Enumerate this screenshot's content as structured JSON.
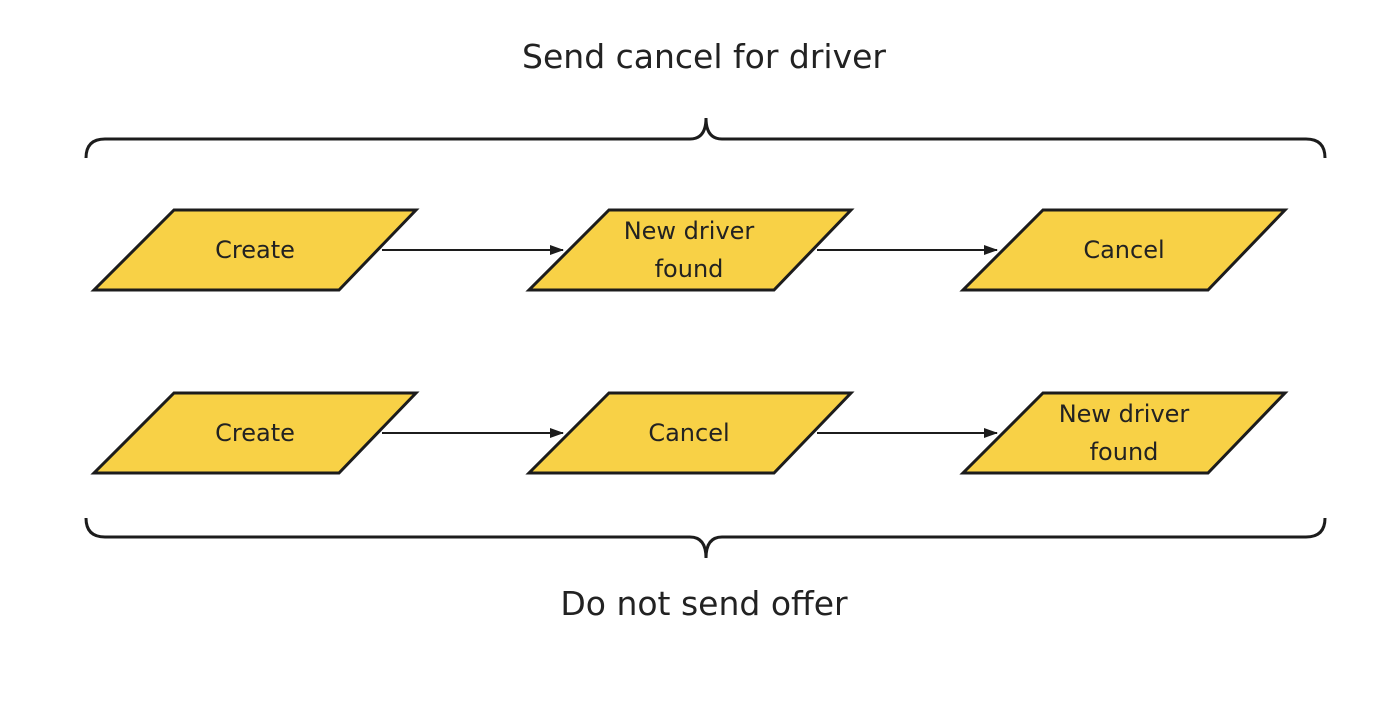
{
  "top_caption": "Send cancel for driver",
  "bottom_caption": "Do not send offer",
  "colors": {
    "node_fill": "#f8d146",
    "stroke": "#1c1c1c",
    "text": "#222222"
  },
  "rows": [
    {
      "nodes": [
        {
          "label": "Create"
        },
        {
          "label": "New driver\nfound"
        },
        {
          "label": "Cancel"
        }
      ]
    },
    {
      "nodes": [
        {
          "label": "Create"
        },
        {
          "label": "Cancel"
        },
        {
          "label": "New driver\nfound"
        }
      ]
    }
  ]
}
